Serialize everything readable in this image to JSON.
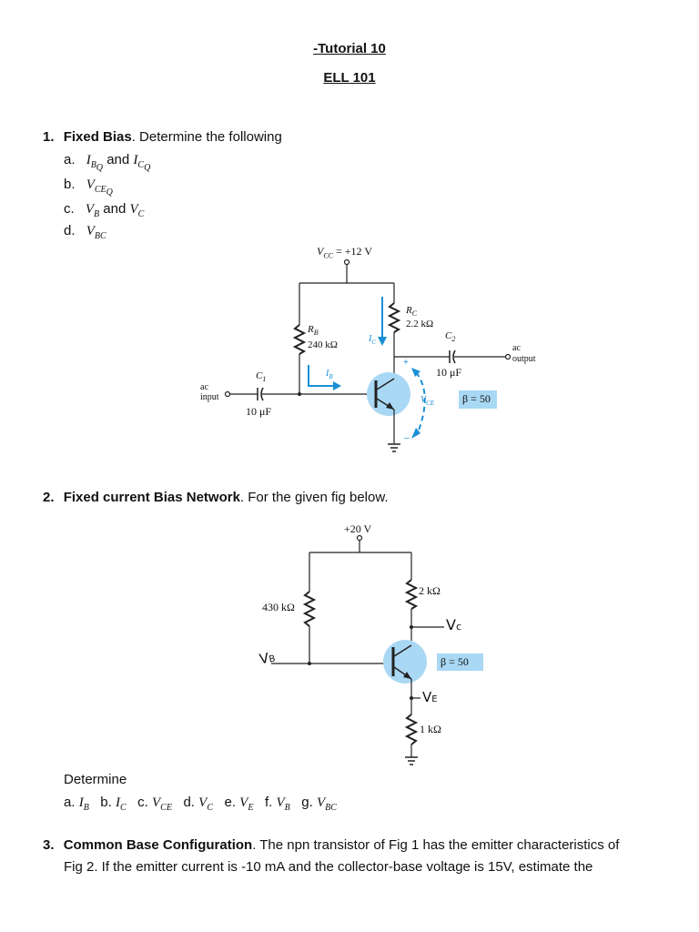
{
  "header": {
    "title": "-Tutorial 10",
    "course": "ELL 101"
  },
  "q1": {
    "number": "1.",
    "title": "Fixed Bias",
    "intro": ". Determine the following",
    "items": [
      {
        "letter": "a.",
        "text": "I_BQ and I_CQ"
      },
      {
        "letter": "b.",
        "text": "V_CEQ"
      },
      {
        "letter": "c.",
        "text": "V_B and V_C"
      },
      {
        "letter": "d.",
        "text": "V_BC"
      }
    ],
    "circuit": {
      "vcc": "V_CC = +12 V",
      "rb_name": "R_B",
      "rb_value": "240 kΩ",
      "rc_name": "R_C",
      "rc_value": "2.2 kΩ",
      "c1_name": "C_1",
      "c1_value": "10 μF",
      "c2_name": "C_2",
      "c2_value": "10 μF",
      "input_label": [
        "ac",
        "input"
      ],
      "output_label": [
        "ac",
        "output"
      ],
      "ic_label": "I_C",
      "ib_label": "I_B",
      "vce_label": "V_CE",
      "plus": "+",
      "minus": "–",
      "beta": "β = 50"
    }
  },
  "q2": {
    "number": "2.",
    "title": "Fixed current Bias Network",
    "intro": ". For the given fig below.",
    "circuit": {
      "supply": "+20 V",
      "rb_value": "430 kΩ",
      "rc_value": "2 kΩ",
      "re_value": "1 kΩ",
      "vc_label": "Vc",
      "vb_label": "VB",
      "ve_label": "VE",
      "beta": "β = 50"
    },
    "determine_label": "Determine",
    "determine_items": [
      "a. I_B",
      "b. I_C",
      "c. V_CE",
      "d. V_C",
      "e. V_E",
      "f. V_B",
      "g. V_BC"
    ]
  },
  "q3": {
    "number": "3.",
    "title": "Common Base Configuration",
    "text_line1": ". The npn transistor of Fig 1 has the emitter characteristics of",
    "text_line2": "Fig 2. If the emitter current is -10 mA and the collector-base voltage is 15V, estimate the"
  },
  "colors": {
    "transistor_fill": "#a9d8f4",
    "arrow_blue": "#1a8fd6",
    "beta_fill": "#a9d8f4"
  }
}
